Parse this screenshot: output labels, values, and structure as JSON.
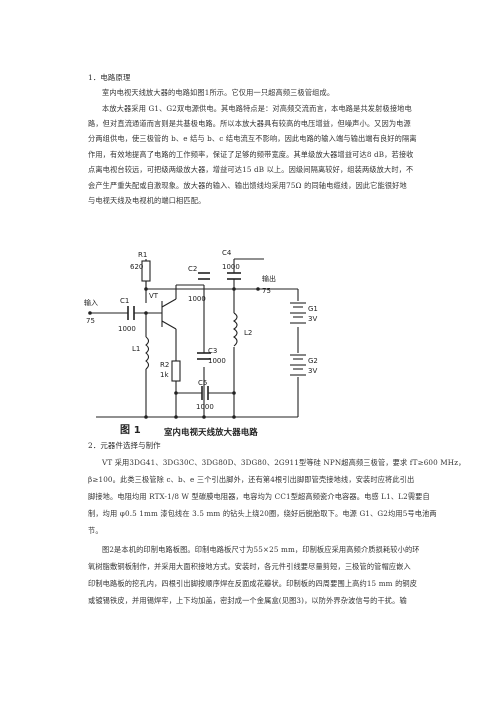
{
  "sections": {
    "s1_title": "1．电路原理",
    "s1_lines": [
      "室内电视天线放大器的电路如图1所示。它仅用一只超高频三极管组成。",
      "本放大器采用 G1、G2双电源供电。其电路特点是：对高频交流而言，本电路是共发射极接地电",
      "路，但对直流通道而言则是共基极电路。所以本放大器具有较高的电压增益，但噪声小。又因为电源",
      "分两组供电，使三极管的 b、e 结与 b、c 结电流互不影响，因此电路的输入端与输出端有良好的隔离",
      "作用，有效地提高了电路的工作频率，保证了足够的频带宽度。其单级放大器增益可达8 dB，若接收",
      "点离电视台较远，可把级两级放大器，增益可达15 dB 以上。因级间隔离较好，组装两级放大时，不",
      "会产生严重失配或自激现象。放大器的输入、输出馈线均采用75Ω 的同轴电缆线，因此它能很好地",
      "与电视天线及电视机的端口相匹配。"
    ],
    "figure_caption_num": "图 1",
    "figure_caption_text": "室内电视天线放大器电路",
    "s2_title": "2．元器件选择与制作",
    "s2_lines": [
      "VT 采用3DG41、3DG30C、3DG80D、3DG80、2G911型等硅 NPN超高频三极管，要求 fT≥600 MHz，",
      "β≥100。此类三极管除 c、b、e 三个引出脚外，还有第4根引出脚即管壳接地线，安装时应将此引出",
      "脚接地。电阻均用 RTX-1/8 W 型碳膜电阻器，电容均为 CC1型超高频瓷介电容器。电感 L1、L2需要自",
      "制，均用 φ0.5 1mm 漆包线在 3.5 mm 的钻头上绕20圈，绕好后脱胎取下。电源 G1、G2均用5号电池两",
      "节。",
      "图2是本机的印制电路板图。印制电路板尺寸为55×25 mm，印制板应采用高频介质损耗较小的环",
      "氧树脂敷铜板制作，并采用大面积接地方式。安装时，各元件引线要尽量剪短，三极管的管帽应嵌入",
      "印制电路板的挖孔内，四根引出脚按顺序焊在反面成花瓣状。印制板的四周要围上高约15 mm 的铜皮",
      "或镀锡铁皮，并用锡焊牢，上下均加盖，密封成一个金属盒(见图3)，以防外界杂波信号的干扰。输"
    ]
  },
  "circuit": {
    "labels": {
      "input": "输入",
      "input_z": "75",
      "output": "输出",
      "output_z": "75",
      "vt": "VT",
      "r1": "R1",
      "r1_val": "620",
      "r2": "R2",
      "r2_val": "1k",
      "c1": "C1",
      "c1_val": "1000",
      "c2": "C2",
      "c2_val": "1000",
      "c3": "C3",
      "c3_val": "1000",
      "c4": "C4",
      "c4_val": "1000",
      "c5": "C5",
      "c5_val": "1000",
      "l1": "L1",
      "l2": "L2",
      "g1": "G1",
      "g1_v": "3V",
      "g2": "G2",
      "g2_v": "3V"
    }
  }
}
